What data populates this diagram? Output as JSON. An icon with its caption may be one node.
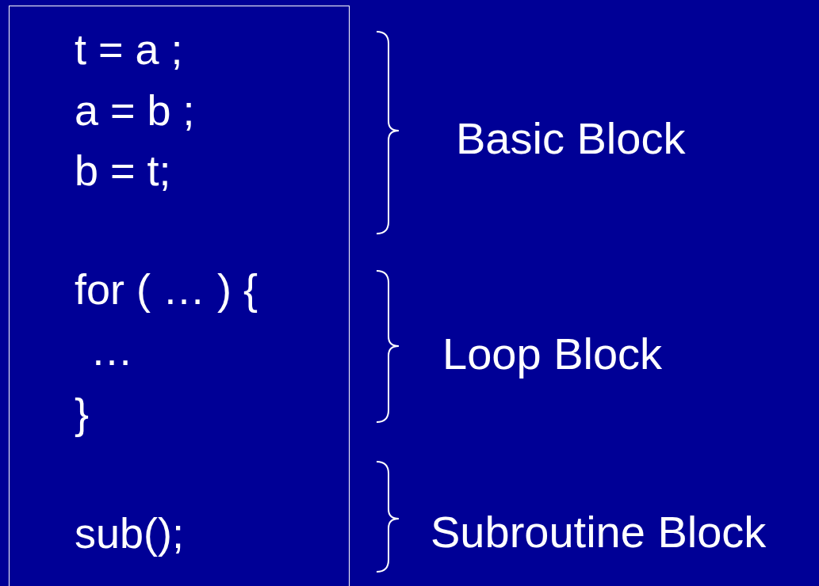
{
  "diagram": {
    "nodes": [
      {
        "text": [
          "t = a ;",
          "a = b ;",
          "b = t;",
          "for ( … ) {",
          "…",
          "}",
          "sub();"
        ]
      }
    ],
    "labels": [
      "Basic Block",
      "Loop Block",
      "Subroutine Block"
    ]
  }
}
